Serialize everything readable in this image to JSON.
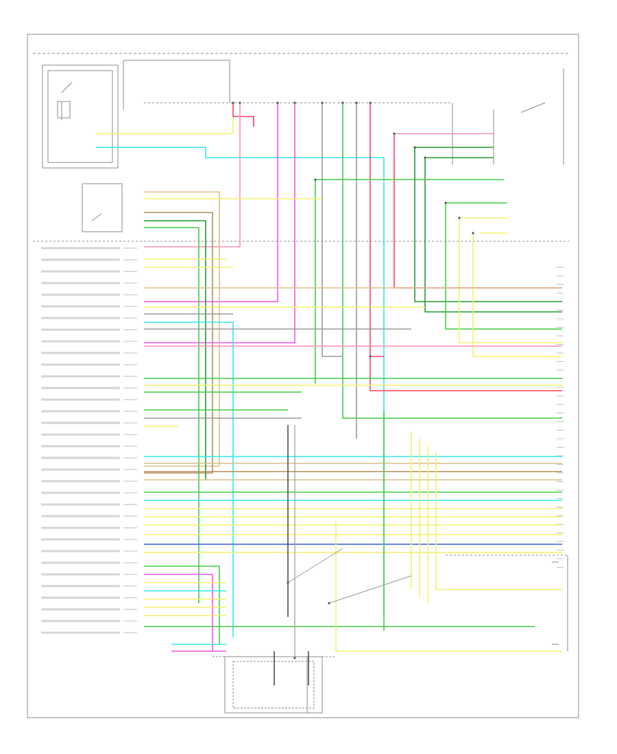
{
  "diagram": {
    "footer_code": "",
    "colors": {
      "red": "#ff3b6b",
      "pink": "#ff8fb3",
      "magenta": "#ee55ee",
      "cyan": "#33e6ee",
      "yellow": "#f3f06e",
      "green": "#44cc44",
      "dark_green": "#1f9a2e",
      "brown": "#b58a5a",
      "tan": "#d9c08a",
      "blue": "#3a5ad8",
      "gray": "#9a9a9a",
      "black": "#333333",
      "frame": "#888888"
    },
    "components": [
      {
        "id": "blower-relay"
      },
      {
        "id": "pcm-power-relay"
      },
      {
        "id": "left-fuse-block"
      },
      {
        "id": "right-relay"
      },
      {
        "id": "output-driver-module"
      },
      {
        "id": "powertrain-control-module"
      },
      {
        "id": "ground-distribution"
      },
      {
        "id": "body-control-module"
      }
    ],
    "left_terminal_rows": 34,
    "right_terminal_rows": 36
  }
}
